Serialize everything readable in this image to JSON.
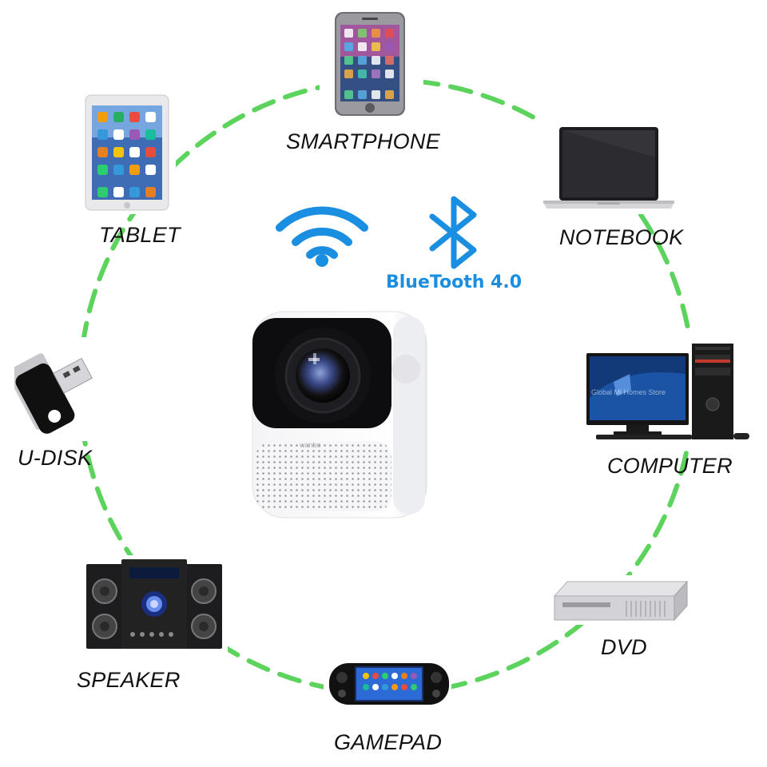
{
  "colors": {
    "ring": "#5cd35c",
    "accent": "#1a8ee0",
    "label": "#111111"
  },
  "center": {
    "product_brand": "wanbo",
    "wifi_icon": "wifi-icon",
    "bluetooth_icon": "bluetooth-icon",
    "bluetooth_label": "BlueTooth 4.0"
  },
  "devices": {
    "smartphone": "SMARTPHONE",
    "notebook": "NOTEBOOK",
    "computer": "COMPUTER",
    "dvd": "DVD",
    "gamepad": "GAMEPAD",
    "speaker": "SPEAKER",
    "udisk": "U-DISK",
    "tablet": "TABLET"
  },
  "watermark": "Global Mi Homes Store"
}
